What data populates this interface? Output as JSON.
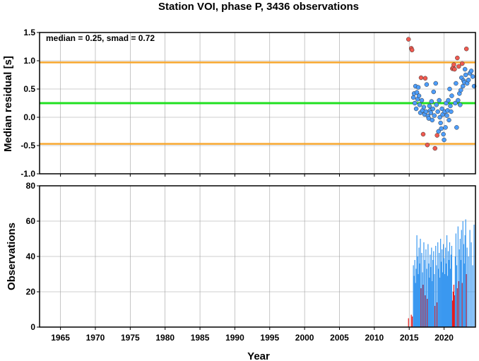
{
  "colors": {
    "background": "#ffffff",
    "grid": "#a0a0a0",
    "axis": "#000000",
    "median_line": "#20e020",
    "smad_line": "#f8a830",
    "point_in": "#4d9dfa",
    "point_out": "#f05a50",
    "bar_in": "#3a98f0",
    "bar_out": "#e81a1a"
  },
  "chart_data": {
    "title": "Station VOI, phase P, 3436 observations",
    "x_label": "Year",
    "x_range": [
      1962,
      2024.5
    ],
    "x_ticks": [
      1965,
      1970,
      1975,
      1980,
      1985,
      1990,
      1995,
      2000,
      2005,
      2010,
      2015,
      2020
    ],
    "panels": {
      "residual": {
        "type": "scatter",
        "y_label": "Median residual [s]",
        "y_range": [
          -1.0,
          1.5
        ],
        "y_ticks": [
          -1.0,
          -0.5,
          0.0,
          0.5,
          1.0,
          1.5
        ],
        "y_tick_labels": [
          "-1.0",
          "-0.5",
          "0.0",
          "0.5",
          "1.0",
          "1.5"
        ],
        "annotation": "median = 0.25, smad = 0.72",
        "median": 0.25,
        "upper_limit": 0.97,
        "lower_limit": -0.47,
        "points": [
          [
            2014.9,
            1.38,
            1
          ],
          [
            2015.3,
            1.22,
            1
          ],
          [
            2015.4,
            1.19,
            1
          ],
          [
            2015.6,
            0.35,
            0
          ],
          [
            2015.7,
            0.42,
            0
          ],
          [
            2015.8,
            0.25,
            0
          ],
          [
            2015.9,
            0.55,
            0
          ],
          [
            2016.0,
            0.15,
            0
          ],
          [
            2016.1,
            0.44,
            0
          ],
          [
            2016.2,
            0.32,
            0
          ],
          [
            2016.3,
            0.53,
            0
          ],
          [
            2016.4,
            0.38,
            0
          ],
          [
            2016.5,
            0.22,
            0
          ],
          [
            2016.6,
            0.08,
            0
          ],
          [
            2016.7,
            0.7,
            1
          ],
          [
            2016.8,
            0.3,
            0
          ],
          [
            2016.9,
            0.12,
            0
          ],
          [
            2017.0,
            -0.3,
            1
          ],
          [
            2017.1,
            0.18,
            0
          ],
          [
            2017.2,
            0.05,
            0
          ],
          [
            2017.3,
            0.69,
            1
          ],
          [
            2017.4,
            0.1,
            0
          ],
          [
            2017.5,
            0.58,
            0
          ],
          [
            2017.6,
            -0.49,
            1
          ],
          [
            2017.7,
            0.02,
            0
          ],
          [
            2017.8,
            -0.02,
            0
          ],
          [
            2017.9,
            0.2,
            0
          ],
          [
            2018.0,
            0.12,
            0
          ],
          [
            2018.1,
            0.08,
            0
          ],
          [
            2018.2,
            0.28,
            0
          ],
          [
            2018.3,
            -0.05,
            0
          ],
          [
            2018.4,
            0.15,
            0
          ],
          [
            2018.5,
            0.45,
            0
          ],
          [
            2018.6,
            0.03,
            0
          ],
          [
            2018.7,
            -0.55,
            1
          ],
          [
            2018.8,
            0.6,
            0
          ],
          [
            2018.9,
            0.22,
            0
          ],
          [
            2019.0,
            -0.32,
            1
          ],
          [
            2019.1,
            0.1,
            0
          ],
          [
            2019.2,
            -0.25,
            0
          ],
          [
            2019.3,
            0.3,
            0
          ],
          [
            2019.4,
            0.0,
            0
          ],
          [
            2019.5,
            -0.1,
            0
          ],
          [
            2019.6,
            -0.2,
            0
          ],
          [
            2019.7,
            0.15,
            0
          ],
          [
            2019.8,
            0.05,
            0
          ],
          [
            2019.9,
            -0.3,
            0
          ],
          [
            2020.0,
            -0.4,
            0
          ],
          [
            2020.1,
            0.1,
            0
          ],
          [
            2020.2,
            -0.18,
            0
          ],
          [
            2020.3,
            0.25,
            0
          ],
          [
            2020.4,
            0.03,
            0
          ],
          [
            2020.5,
            0.12,
            0
          ],
          [
            2020.6,
            0.3,
            0
          ],
          [
            2020.7,
            -0.05,
            0
          ],
          [
            2020.8,
            0.5,
            0
          ],
          [
            2020.9,
            0.2,
            0
          ],
          [
            2021.0,
            0.1,
            0
          ],
          [
            2021.1,
            0.38,
            0
          ],
          [
            2021.2,
            0.86,
            1
          ],
          [
            2021.3,
            0.88,
            1
          ],
          [
            2021.4,
            0.93,
            1
          ],
          [
            2021.5,
            0.85,
            1
          ],
          [
            2021.6,
            0.25,
            0
          ],
          [
            2021.7,
            0.6,
            0
          ],
          [
            2021.8,
            -0.18,
            0
          ],
          [
            2021.9,
            1.05,
            1
          ],
          [
            2022.0,
            0.3,
            0
          ],
          [
            2022.1,
            0.9,
            1
          ],
          [
            2022.2,
            0.42,
            0
          ],
          [
            2022.3,
            0.22,
            0
          ],
          [
            2022.4,
            0.48,
            0
          ],
          [
            2022.5,
            0.7,
            0
          ],
          [
            2022.6,
            0.95,
            1
          ],
          [
            2022.7,
            0.55,
            0
          ],
          [
            2022.8,
            0.65,
            0
          ],
          [
            2022.9,
            0.62,
            0
          ],
          [
            2023.0,
            0.85,
            0
          ],
          [
            2023.1,
            0.75,
            0
          ],
          [
            2023.2,
            1.21,
            1
          ],
          [
            2023.3,
            0.6,
            0
          ],
          [
            2023.5,
            0.66,
            0
          ],
          [
            2023.7,
            0.78,
            0
          ],
          [
            2023.9,
            0.82,
            0
          ],
          [
            2024.1,
            0.72,
            0
          ],
          [
            2024.3,
            0.55,
            0
          ]
        ]
      },
      "observations": {
        "type": "bar",
        "y_label": "Observations",
        "y_range": [
          0,
          80
        ],
        "y_ticks": [
          0,
          20,
          40,
          60,
          80
        ],
        "y_tick_labels": [
          "0",
          "20",
          "40",
          "60",
          "80"
        ],
        "bar_width_years": 0.09,
        "bars": [
          [
            2014.9,
            5,
            1
          ],
          [
            2015.3,
            7,
            1
          ],
          [
            2015.45,
            6,
            1
          ],
          [
            2015.6,
            35,
            0
          ],
          [
            2015.7,
            29,
            0
          ],
          [
            2015.8,
            38,
            0
          ],
          [
            2015.9,
            25,
            0
          ],
          [
            2016.0,
            33,
            0
          ],
          [
            2016.1,
            52,
            0
          ],
          [
            2016.2,
            40,
            0
          ],
          [
            2016.3,
            30,
            0
          ],
          [
            2016.4,
            45,
            0
          ],
          [
            2016.5,
            36,
            0
          ],
          [
            2016.6,
            50,
            0
          ],
          [
            2016.7,
            22,
            1
          ],
          [
            2016.8,
            42,
            0
          ],
          [
            2016.9,
            31,
            0
          ],
          [
            2017.0,
            24,
            1
          ],
          [
            2017.1,
            48,
            0
          ],
          [
            2017.2,
            38,
            0
          ],
          [
            2017.3,
            18,
            1
          ],
          [
            2017.4,
            44,
            0
          ],
          [
            2017.5,
            33,
            0
          ],
          [
            2017.6,
            16,
            1
          ],
          [
            2017.7,
            47,
            0
          ],
          [
            2017.8,
            36,
            0
          ],
          [
            2017.9,
            28,
            0
          ],
          [
            2018.0,
            41,
            0
          ],
          [
            2018.1,
            34,
            0
          ],
          [
            2018.2,
            45,
            0
          ],
          [
            2018.3,
            26,
            0
          ],
          [
            2018.4,
            38,
            0
          ],
          [
            2018.5,
            43,
            0
          ],
          [
            2018.6,
            30,
            0
          ],
          [
            2018.7,
            12,
            1
          ],
          [
            2018.8,
            46,
            0
          ],
          [
            2018.9,
            35,
            0
          ],
          [
            2019.0,
            14,
            1
          ],
          [
            2019.1,
            48,
            0
          ],
          [
            2019.2,
            33,
            0
          ],
          [
            2019.3,
            42,
            0
          ],
          [
            2019.4,
            28,
            0
          ],
          [
            2019.5,
            50,
            0
          ],
          [
            2019.6,
            37,
            0
          ],
          [
            2019.7,
            44,
            0
          ],
          [
            2019.8,
            31,
            0
          ],
          [
            2019.9,
            47,
            0
          ],
          [
            2020.0,
            39,
            0
          ],
          [
            2020.1,
            30,
            0
          ],
          [
            2020.2,
            45,
            0
          ],
          [
            2020.3,
            36,
            0
          ],
          [
            2020.4,
            52,
            0
          ],
          [
            2020.5,
            29,
            0
          ],
          [
            2020.6,
            43,
            0
          ],
          [
            2020.7,
            38,
            0
          ],
          [
            2020.8,
            48,
            0
          ],
          [
            2020.9,
            33,
            0
          ],
          [
            2021.0,
            41,
            0
          ],
          [
            2021.1,
            46,
            0
          ],
          [
            2021.2,
            15,
            1
          ],
          [
            2021.3,
            20,
            1
          ],
          [
            2021.4,
            24,
            1
          ],
          [
            2021.5,
            18,
            1
          ],
          [
            2021.6,
            40,
            0
          ],
          [
            2021.7,
            53,
            0
          ],
          [
            2021.8,
            35,
            0
          ],
          [
            2021.9,
            22,
            1
          ],
          [
            2022.0,
            57,
            0
          ],
          [
            2022.1,
            26,
            1
          ],
          [
            2022.2,
            44,
            0
          ],
          [
            2022.3,
            50,
            0
          ],
          [
            2022.4,
            38,
            0
          ],
          [
            2022.5,
            55,
            0
          ],
          [
            2022.6,
            25,
            1
          ],
          [
            2022.7,
            60,
            0
          ],
          [
            2022.8,
            47,
            0
          ],
          [
            2022.9,
            36,
            0
          ],
          [
            2023.0,
            52,
            0
          ],
          [
            2023.1,
            61,
            0
          ],
          [
            2023.2,
            30,
            1
          ],
          [
            2023.3,
            45,
            0
          ],
          [
            2023.5,
            40,
            0
          ],
          [
            2023.7,
            55,
            0
          ],
          [
            2023.9,
            48,
            0
          ],
          [
            2024.1,
            35,
            0
          ],
          [
            2024.3,
            58,
            0
          ]
        ]
      }
    }
  }
}
